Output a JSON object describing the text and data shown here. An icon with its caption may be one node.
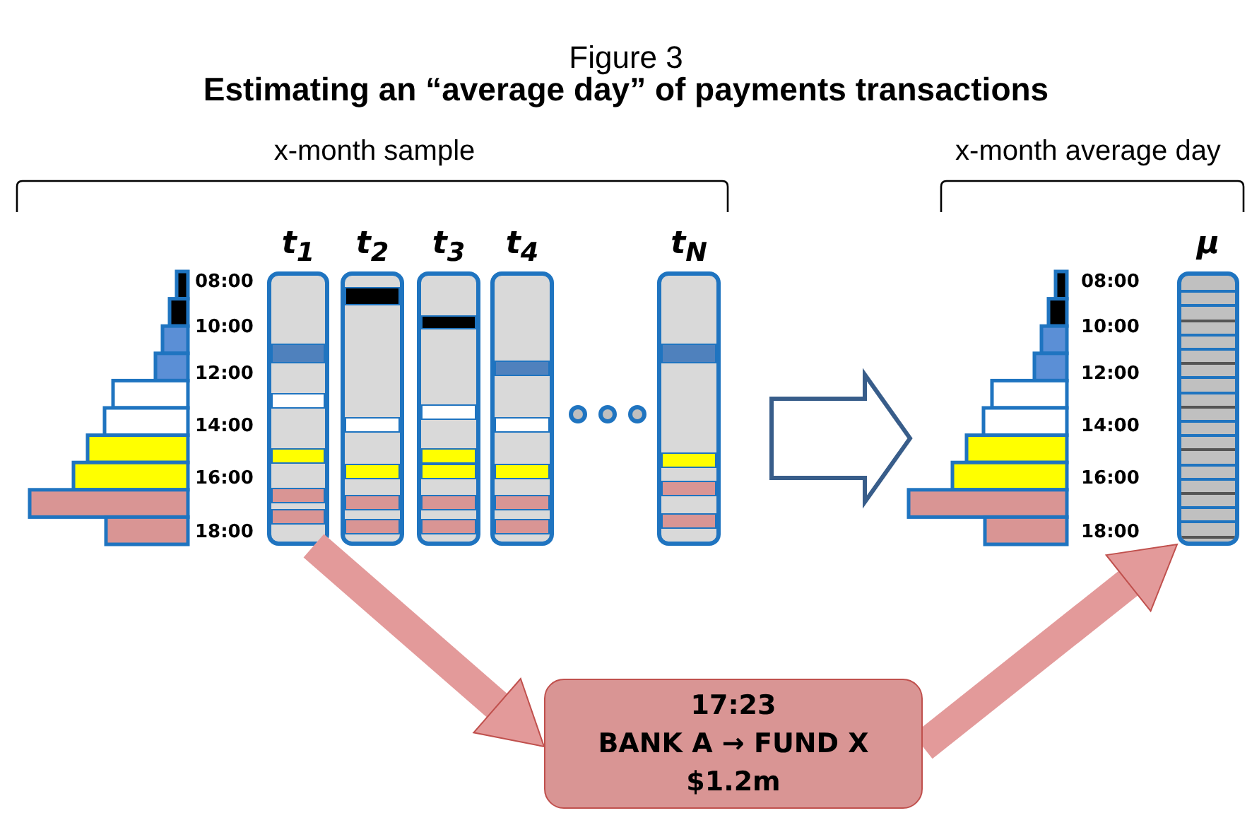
{
  "diagram": {
    "title": "Estimating an “average day” of payments transactions",
    "nodes": [
      {
        "text": [
          "t$_{1}$"
        ]
      },
      {
        "text": [
          "t$_{2}$"
        ]
      },
      {
        "text": [
          "t$_{3}$"
        ]
      },
      {
        "text": [
          "t$_{4}$"
        ]
      },
      {
        "text": [
          "t$_{N}$"
        ]
      },
      {
        "text": [
          "μ"
        ]
      },
      {
        "text": [
          "17:23",
          "BANK A → FUND X",
          "$1.2m"
        ]
      }
    ],
    "edges": [
      {
        "from": 0,
        "to": 6,
        "arrow": "to"
      },
      {
        "from": 6,
        "to": 5,
        "arrow": "to"
      }
    ],
    "labels": [
      "Figure 3",
      "x-month sample",
      "08:00",
      "10:00",
      "12:00",
      "14:00",
      "16:00",
      "18:00",
      "x-month average day",
      "08:00",
      "10:00",
      "12:00",
      "14:00",
      "16:00",
      "18:00"
    ]
  }
}
